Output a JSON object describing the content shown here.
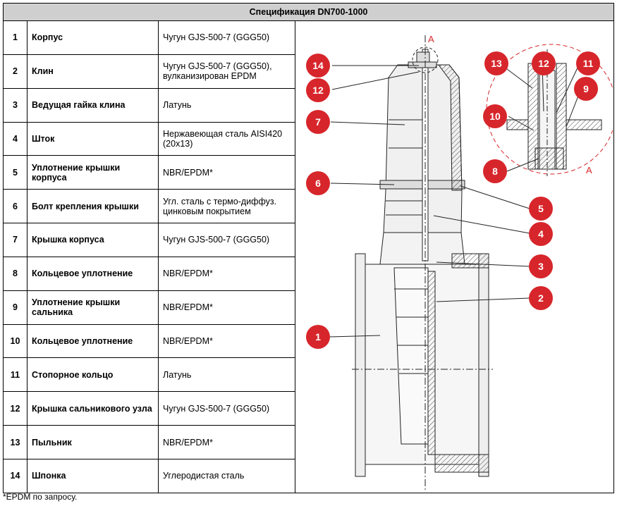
{
  "table": {
    "title": "Спецификация DN700-1000",
    "rows": [
      {
        "num": "1",
        "name": "Корпус",
        "material": "Чугун GJS-500-7 (GGG50)"
      },
      {
        "num": "2",
        "name": "Клин",
        "material": "Чугун GJS-500-7 (GGG50), вулканизирован EPDM"
      },
      {
        "num": "3",
        "name": "Ведущая гайка клина",
        "material": "Латунь"
      },
      {
        "num": "4",
        "name": "Шток",
        "material": "Нержавеющая сталь AISI420 (20х13)"
      },
      {
        "num": "5",
        "name": "Уплотнение крышки корпуса",
        "material": "NBR/EPDM*"
      },
      {
        "num": "6",
        "name": "Болт крепления крышки",
        "material": "Угл. сталь с термо-диффуз. цинковым покрытием"
      },
      {
        "num": "7",
        "name": "Крышка корпуса",
        "material": "Чугун GJS-500-7 (GGG50)"
      },
      {
        "num": "8",
        "name": "Кольцевое уплотнение",
        "material": "NBR/EPDM*"
      },
      {
        "num": "9",
        "name": "Уплотнение крышки сальника",
        "material": "NBR/EPDM*"
      },
      {
        "num": "10",
        "name": "Кольцевое уплотнение",
        "material": "NBR/EPDM*"
      },
      {
        "num": "11",
        "name": "Стопорное кольцо",
        "material": "Латунь"
      },
      {
        "num": "12",
        "name": "Крышка сальникового узла",
        "material": "Чугун GJS-500-7 (GGG50)"
      },
      {
        "num": "13",
        "name": "Пыльник",
        "material": "NBR/EPDM*"
      },
      {
        "num": "14",
        "name": "Шпонка",
        "material": "Углеродистая сталь"
      }
    ]
  },
  "drawing": {
    "callout_color": "#d7262b",
    "section_marker": "А",
    "callouts": {
      "c14": "14",
      "c12": "12",
      "c7": "7",
      "c6": "6",
      "c5": "5",
      "c4": "4",
      "c3": "3",
      "c2": "2",
      "c1": "1",
      "d13": "13",
      "d12": "12",
      "d11": "11",
      "d9": "9",
      "d10": "10",
      "d8": "8"
    }
  },
  "footnote": "*EPDM по запросу."
}
